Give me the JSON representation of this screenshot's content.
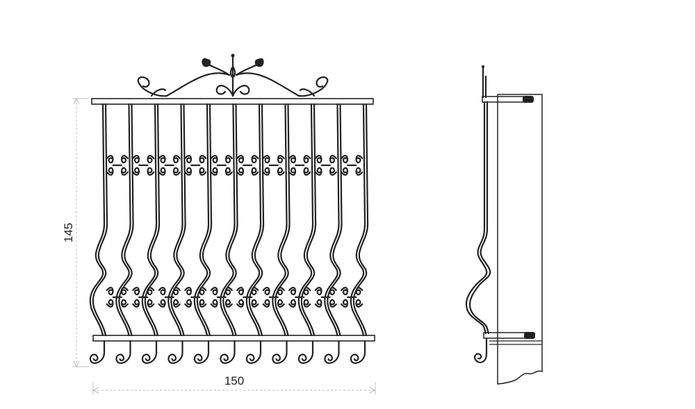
{
  "dimensions": {
    "height_label": "145",
    "width_label": "150"
  },
  "colors": {
    "ink": "#222222",
    "dimension_line": "#bdbdbd",
    "background": "#ffffff"
  },
  "front_view": {
    "bar_count": 11,
    "ornament": "scroll-crest"
  },
  "side_view": {
    "mounting_brackets": 2
  }
}
